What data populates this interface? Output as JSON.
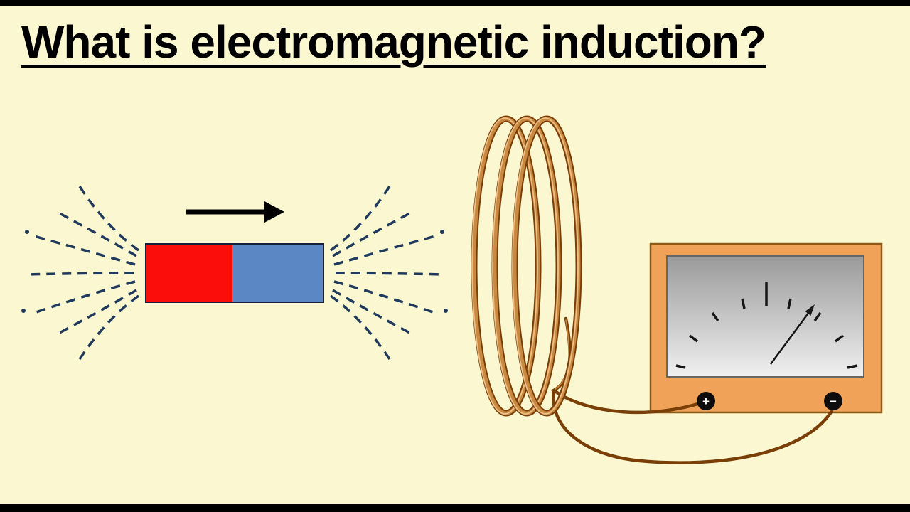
{
  "page": {
    "title": "What is electromagnetic induction?",
    "colors": {
      "background": "#FBF8D1",
      "letterbox": "#000000",
      "title_text": "#000000"
    }
  },
  "magnet": {
    "pole_left_color": "#FA0D0A",
    "pole_right_color": "#5B87C5",
    "outline_color": "#14213A",
    "field_line_color": "#1F3A5C",
    "motion_arrow": {
      "direction": "right",
      "color": "#000000"
    }
  },
  "coil": {
    "turns": 3,
    "copper_dark": "#7A3E07",
    "copper_light": "#C98940"
  },
  "galvanometer": {
    "body_color": "#F0A259",
    "body_border_color": "#8F5A14",
    "dial_background": "gray-gradient",
    "dial_tick_count": 9,
    "needle_direction": "upper-right",
    "terminals": {
      "positive_label": "+",
      "negative_label": "−"
    }
  }
}
